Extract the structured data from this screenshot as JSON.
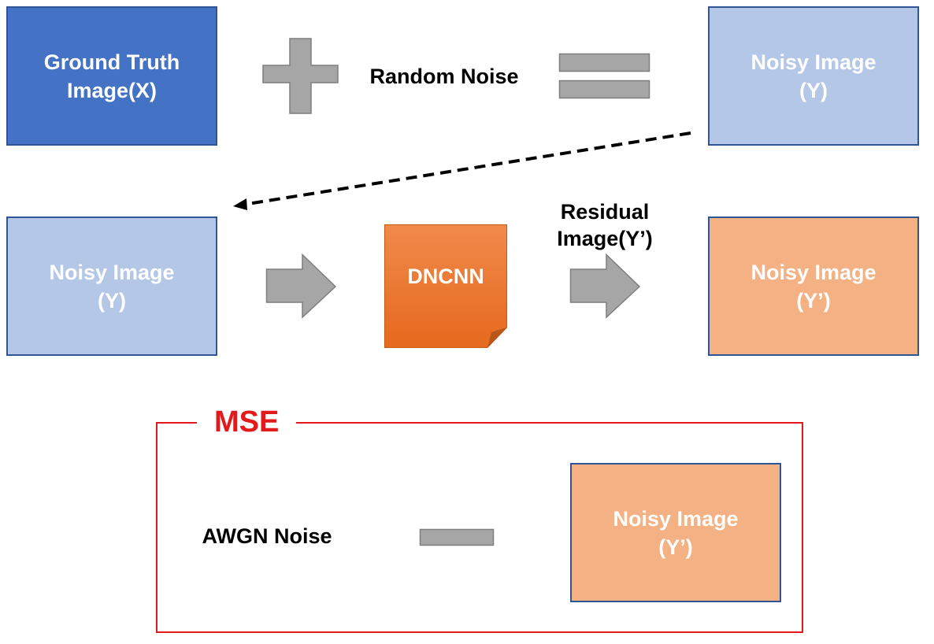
{
  "row1": {
    "ground_truth": {
      "line1": "Ground Truth",
      "line2": "Image(X)"
    },
    "random_noise_label": "Random Noise",
    "noisy_image": {
      "line1": "Noisy Image",
      "line2": "(Y)"
    }
  },
  "row2": {
    "noisy_image": {
      "line1": "Noisy Image",
      "line2": "(Y)"
    },
    "dncnn_label": "DNCNN",
    "residual_label": {
      "line1": "Residual",
      "line2": "Image(Y’)"
    },
    "output_image": {
      "line1": "Noisy Image",
      "line2": "(Y’)"
    }
  },
  "mse": {
    "title": "MSE",
    "awgn_label": "AWGN Noise",
    "image": {
      "line1": "Noisy Image",
      "line2": "(Y’)"
    }
  },
  "colors": {
    "ground_truth_fill": "#4472c4",
    "noisy_fill": "#b4c7e7",
    "output_fill": "#f4b183",
    "dncnn_fill": "#ee7d31",
    "operator_gray": "#a6a6a6",
    "mse_red": "#e31a1c"
  }
}
